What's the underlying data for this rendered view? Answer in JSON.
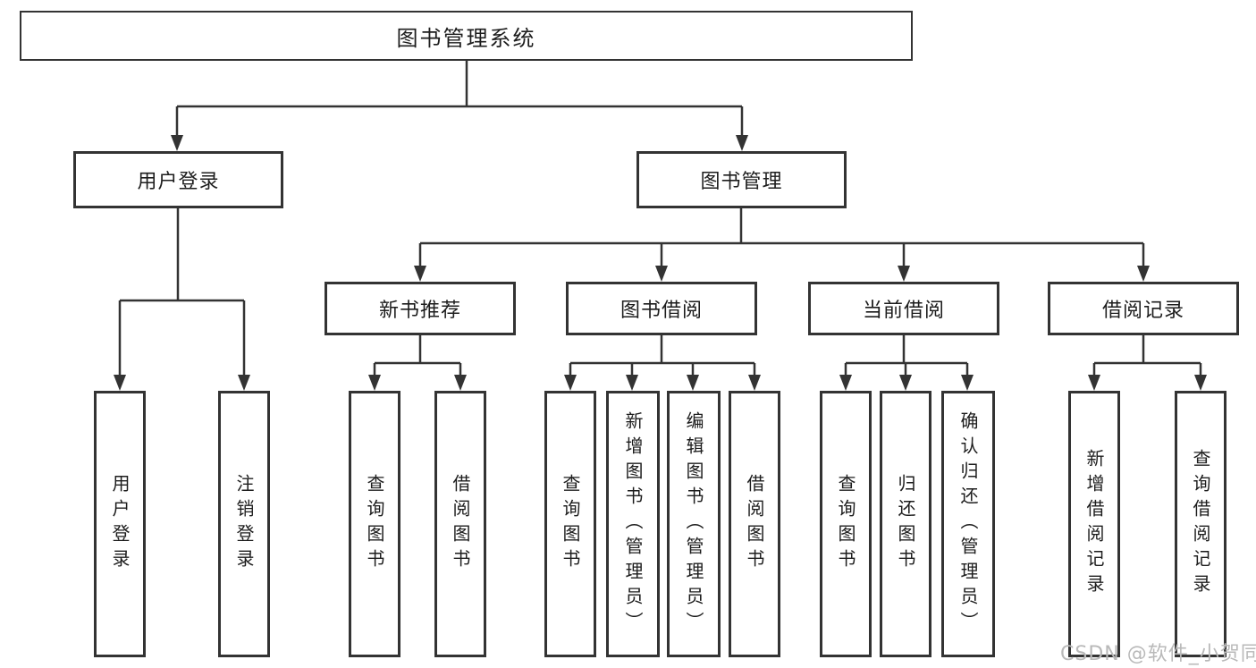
{
  "colors": {
    "background": "#ffffff",
    "box_border": "#333333",
    "connector_line": "#333333",
    "text": "#1d1d1d",
    "watermark": "#b9b9b9"
  },
  "watermark": {
    "text": "CSDN @软件_小贺同学"
  },
  "tree": {
    "root": {
      "label": "图书管理系统"
    },
    "branches": [
      {
        "label": "用户登录",
        "leaves": [
          "用户登录",
          "注销登录"
        ]
      },
      {
        "label": "图书管理",
        "groups": [
          {
            "label": "新书推荐",
            "leaves": [
              "查询图书",
              "借阅图书"
            ]
          },
          {
            "label": "图书借阅",
            "leaves": [
              "查询图书",
              "新增图书（管理员）",
              "编辑图书（管理员）",
              "借阅图书"
            ]
          },
          {
            "label": "当前借阅",
            "leaves": [
              "查询图书",
              "归还图书",
              "确认归还（管理员）"
            ]
          },
          {
            "label": "借阅记录",
            "leaves": [
              "新增借阅记录",
              "查询借阅记录"
            ]
          }
        ]
      }
    ]
  }
}
